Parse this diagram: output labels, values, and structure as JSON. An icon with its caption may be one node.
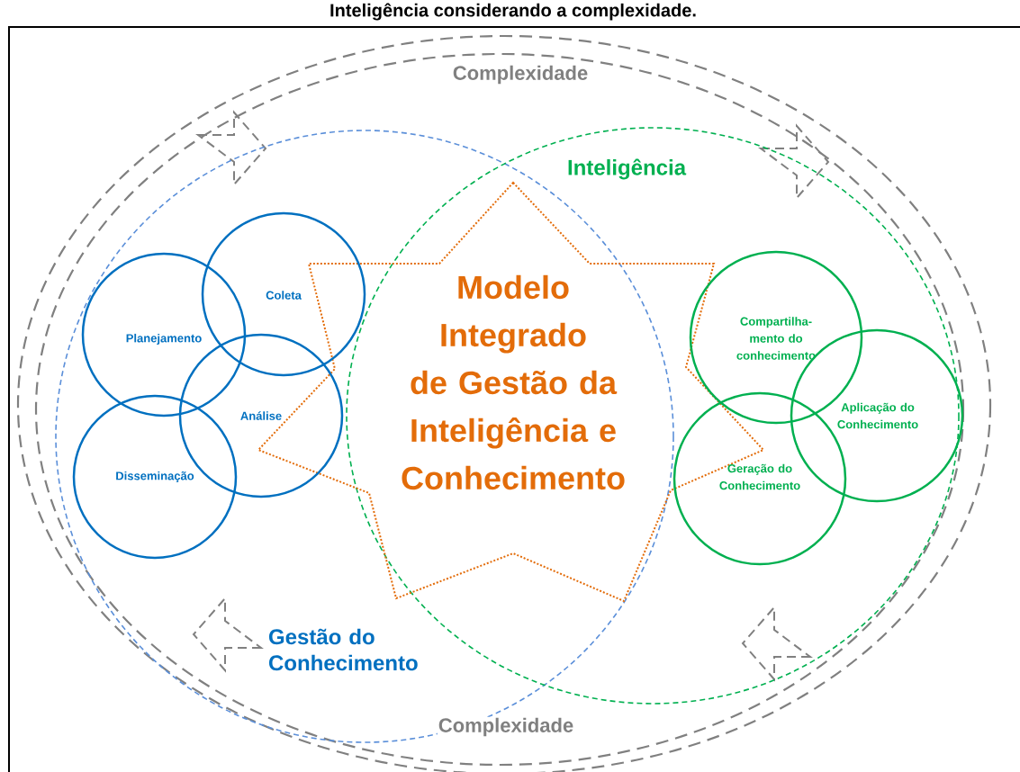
{
  "diagram": {
    "title": "Inteligência considerando a complexidade.",
    "nodes": [
      {
        "text": [
          "Gestão do Conhecimento"
        ]
      },
      {
        "text": [
          "Inteligência"
        ]
      },
      {
        "text": [
          "Modelo Integrado de Gestão da Inteligência e Conhecimento"
        ]
      },
      {
        "text": [
          "Planejamento"
        ],
        "in": 0
      },
      {
        "text": [
          "Coleta"
        ],
        "in": 0
      },
      {
        "text": [
          "Análise"
        ],
        "in": 0
      },
      {
        "text": [
          "Disseminação"
        ],
        "in": 0
      },
      {
        "text": [
          "Compartilha-mento do conhecimento"
        ],
        "in": 1
      },
      {
        "text": [
          "Aplicação do Conhecimento"
        ],
        "in": 1
      },
      {
        "text": [
          "Geração do Conhecimento"
        ],
        "in": 1
      }
    ],
    "labels": [
      "Complexidade",
      "Complexidade"
    ]
  }
}
